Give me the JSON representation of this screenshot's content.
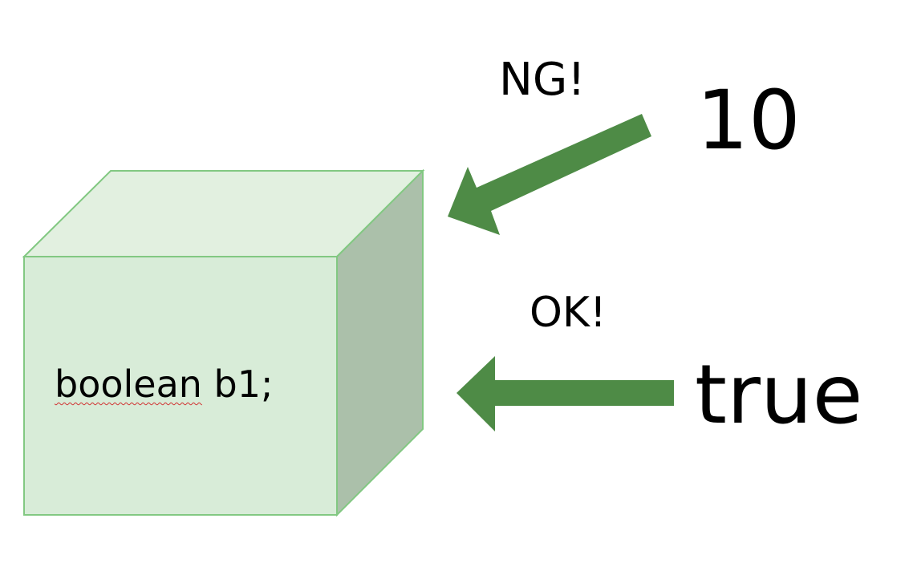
{
  "box": {
    "type_word": "boolean",
    "rest": " b1;",
    "face_color": "#d8ecd8",
    "top_color": "#e2f0e0",
    "side_color": "#abc0aa",
    "edge_color": "#82c882"
  },
  "arrows": {
    "color": "#4e8b46"
  },
  "top_input": {
    "status": "NG!",
    "value": "10"
  },
  "bottom_input": {
    "status": "OK!",
    "value": "true"
  }
}
